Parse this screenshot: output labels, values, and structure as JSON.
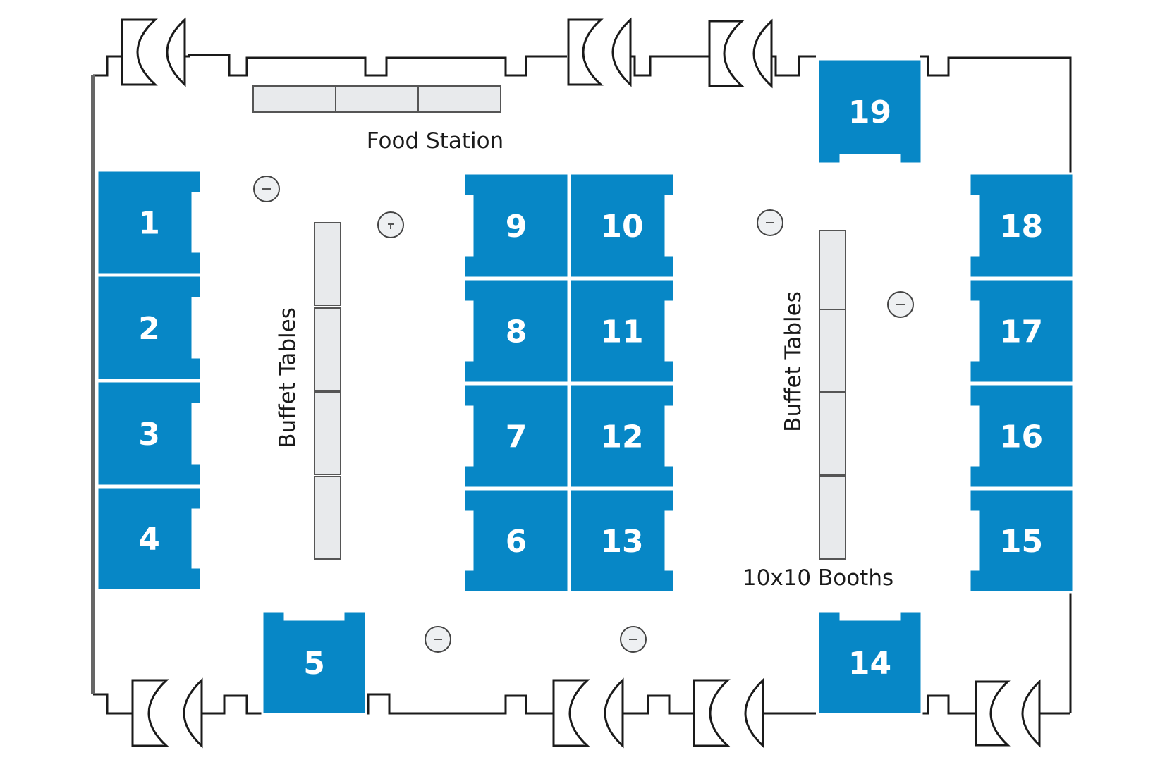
{
  "map": {
    "colors": {
      "booth": "#0787c6",
      "table": "#e8eaec",
      "wall": "#1a1a1a",
      "side_wall": "#666666"
    },
    "labels": {
      "food_station": "Food Station",
      "buffet_left": "Buffet Tables",
      "buffet_right": "Buffet Tables",
      "booth_size": "10x10 Booths"
    },
    "booths": [
      {
        "id": "1",
        "label": "1"
      },
      {
        "id": "2",
        "label": "2"
      },
      {
        "id": "3",
        "label": "3"
      },
      {
        "id": "4",
        "label": "4"
      },
      {
        "id": "5",
        "label": "5"
      },
      {
        "id": "6",
        "label": "6"
      },
      {
        "id": "7",
        "label": "7"
      },
      {
        "id": "8",
        "label": "8"
      },
      {
        "id": "9",
        "label": "9"
      },
      {
        "id": "10",
        "label": "10"
      },
      {
        "id": "11",
        "label": "11"
      },
      {
        "id": "12",
        "label": "12"
      },
      {
        "id": "13",
        "label": "13"
      },
      {
        "id": "14",
        "label": "14"
      },
      {
        "id": "15",
        "label": "15"
      },
      {
        "id": "16",
        "label": "16"
      },
      {
        "id": "17",
        "label": "17"
      },
      {
        "id": "18",
        "label": "18"
      },
      {
        "id": "19",
        "label": "19"
      }
    ]
  }
}
